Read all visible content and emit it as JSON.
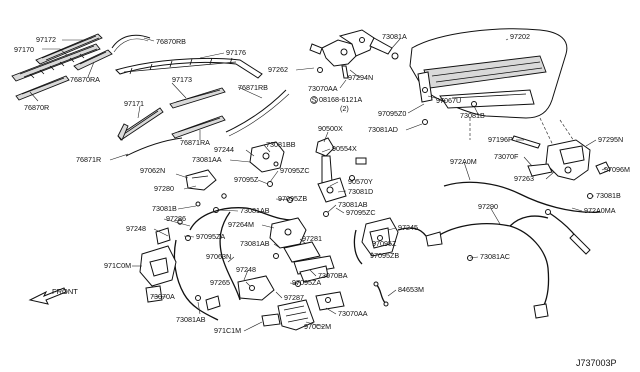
{
  "diagram_code": "J737003P",
  "front_label": "FRONT",
  "labels": [
    {
      "id": "97172",
      "text": "97172"
    },
    {
      "id": "97170",
      "text": "97170"
    },
    {
      "id": "76870RA",
      "text": "76870RA"
    },
    {
      "id": "76870R",
      "text": "76870R"
    },
    {
      "id": "76870RB",
      "text": "76870RB"
    },
    {
      "id": "97176",
      "text": "97176"
    },
    {
      "id": "97173",
      "text": "97173"
    },
    {
      "id": "76871RB",
      "text": "76871RB"
    },
    {
      "id": "97171",
      "text": "97171"
    },
    {
      "id": "76871RA",
      "text": "76871RA"
    },
    {
      "id": "76871R",
      "text": "76871R"
    },
    {
      "id": "97262",
      "text": "97262"
    },
    {
      "id": "97294N",
      "text": "97294N"
    },
    {
      "id": "73081A",
      "text": "73081A"
    },
    {
      "id": "73070AA_top",
      "text": "73070AA"
    },
    {
      "id": "08168-6121A",
      "text": "08168-6121A"
    },
    {
      "id": "qty2",
      "text": "(2)"
    },
    {
      "id": "97202",
      "text": "97202"
    },
    {
      "id": "97067U",
      "text": "97067U"
    },
    {
      "id": "97095Z0",
      "text": "97095Z0"
    },
    {
      "id": "73081B_top",
      "text": "73081B"
    },
    {
      "id": "73081AD",
      "text": "73081AD"
    },
    {
      "id": "90500X",
      "text": "90500X"
    },
    {
      "id": "97244",
      "text": "97244"
    },
    {
      "id": "73081BB",
      "text": "73081BB"
    },
    {
      "id": "90554X",
      "text": "90554X"
    },
    {
      "id": "97062N",
      "text": "97062N"
    },
    {
      "id": "73081AA",
      "text": "73081AA"
    },
    {
      "id": "97095ZC_1",
      "text": "97095ZC"
    },
    {
      "id": "97095Z_1",
      "text": "97095Z"
    },
    {
      "id": "97280",
      "text": "97280"
    },
    {
      "id": "90570Y",
      "text": "90570Y"
    },
    {
      "id": "73081D",
      "text": "73081D"
    },
    {
      "id": "97095ZB_1",
      "text": "97095ZB"
    },
    {
      "id": "73081AB_1",
      "text": "73081AB"
    },
    {
      "id": "73081B_left",
      "text": "73081B"
    },
    {
      "id": "73081AB_2",
      "text": "73081AB"
    },
    {
      "id": "97095ZC_2",
      "text": "97095ZC"
    },
    {
      "id": "97286",
      "text": "97286"
    },
    {
      "id": "97264M",
      "text": "97264M"
    },
    {
      "id": "97245",
      "text": "97245"
    },
    {
      "id": "97248_1",
      "text": "97248"
    },
    {
      "id": "97095ZA_1",
      "text": "97095ZA"
    },
    {
      "id": "73081AB_3",
      "text": "73081AB"
    },
    {
      "id": "97281",
      "text": "97281"
    },
    {
      "id": "97095Z_2",
      "text": "97095Z"
    },
    {
      "id": "97095ZB_2",
      "text": "97095ZB"
    },
    {
      "id": "97063N",
      "text": "97063N"
    },
    {
      "id": "971C0M",
      "text": "971C0M"
    },
    {
      "id": "97248_2",
      "text": "97248"
    },
    {
      "id": "73070BA",
      "text": "73070BA"
    },
    {
      "id": "97265",
      "text": "97265"
    },
    {
      "id": "97095ZA_2",
      "text": "97095ZA"
    },
    {
      "id": "73070A",
      "text": "73070A"
    },
    {
      "id": "97287",
      "text": "97287"
    },
    {
      "id": "84653M",
      "text": "84653M"
    },
    {
      "id": "73081AB_4",
      "text": "73081AB"
    },
    {
      "id": "73070AA_bot",
      "text": "73070AA"
    },
    {
      "id": "971C1M",
      "text": "971C1M"
    },
    {
      "id": "970C2M",
      "text": "970C2M"
    },
    {
      "id": "97196P",
      "text": "97196P"
    },
    {
      "id": "97295N",
      "text": "97295N"
    },
    {
      "id": "73070F",
      "text": "73070F"
    },
    {
      "id": "972A0M",
      "text": "972A0M"
    },
    {
      "id": "97096M",
      "text": "97096M"
    },
    {
      "id": "97263",
      "text": "97263"
    },
    {
      "id": "73081B_right",
      "text": "73081B"
    },
    {
      "id": "972A0MA",
      "text": "972A0MA"
    },
    {
      "id": "97290",
      "text": "97290"
    },
    {
      "id": "73081AC",
      "text": "73081AC"
    }
  ]
}
